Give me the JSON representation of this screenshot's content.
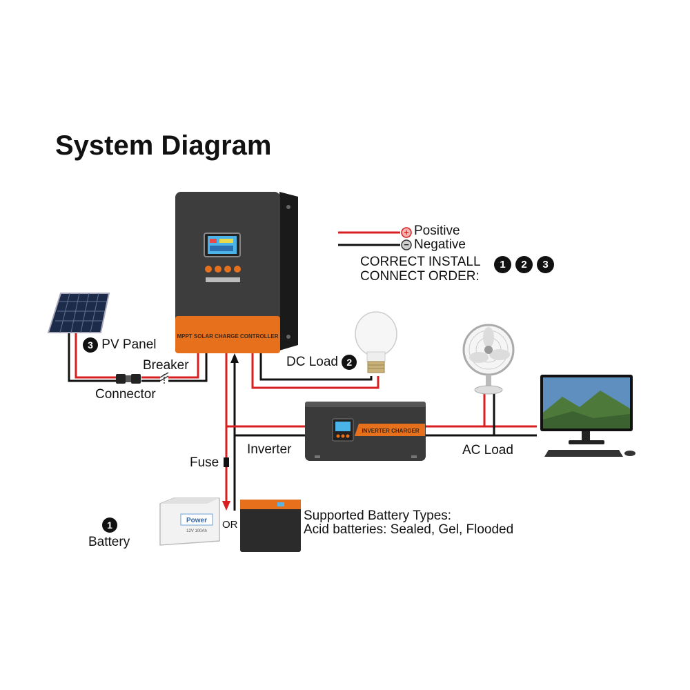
{
  "title": "System Diagram",
  "colors": {
    "positive": "#d81e1e",
    "negative": "#111111",
    "accent": "#e7701d"
  },
  "legend": {
    "positive": "Positive",
    "negative": "Negative",
    "plus_symbol": "+",
    "minus_symbol": "−"
  },
  "install_order": {
    "line1": "CORRECT INSTALL",
    "line2": "CONNECT ORDER:",
    "steps": [
      "1",
      "2",
      "3"
    ]
  },
  "controller": {
    "panel_label": "MPPT SOLAR CHARGE CONTROLLER"
  },
  "inverter": {
    "panel_label": "INVERTER CHARGER",
    "label": "Inverter"
  },
  "pv_panel": {
    "step": "3",
    "label": "PV Panel"
  },
  "breaker": {
    "label": "Breaker"
  },
  "connector": {
    "label": "Connector"
  },
  "dc_load": {
    "label": "DC Load",
    "step": "2"
  },
  "ac_load": {
    "label": "AC Load"
  },
  "fuse": {
    "label": "Fuse"
  },
  "battery": {
    "step": "1",
    "label": "Battery",
    "or_label": "OR",
    "brand": "Power",
    "model": "12V 100Ah"
  },
  "battery_types": {
    "line1": "Supported Battery Types:",
    "line2": "Acid batteries: Sealed, Gel, Flooded"
  }
}
